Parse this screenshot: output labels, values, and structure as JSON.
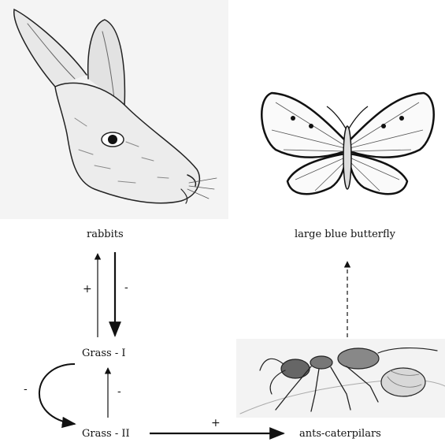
{
  "nodes": {
    "rabbits": "rabbits",
    "butterfly": "large blue butterfly",
    "grass1": "Grass - I",
    "grass2": "Grass - II",
    "ants": "ants-caterpilars"
  },
  "signs": {
    "grass1_to_rabbits": "+",
    "rabbits_to_grass1": "-",
    "grass1_to_grass2": "-",
    "grass2_to_grass1": "-",
    "grass2_to_ants": "+"
  },
  "pictures": {
    "rabbit": "rabbit-head-sketch",
    "butterfly": "butterfly-sketch",
    "ants": "ant-with-caterpillar-sketch"
  }
}
